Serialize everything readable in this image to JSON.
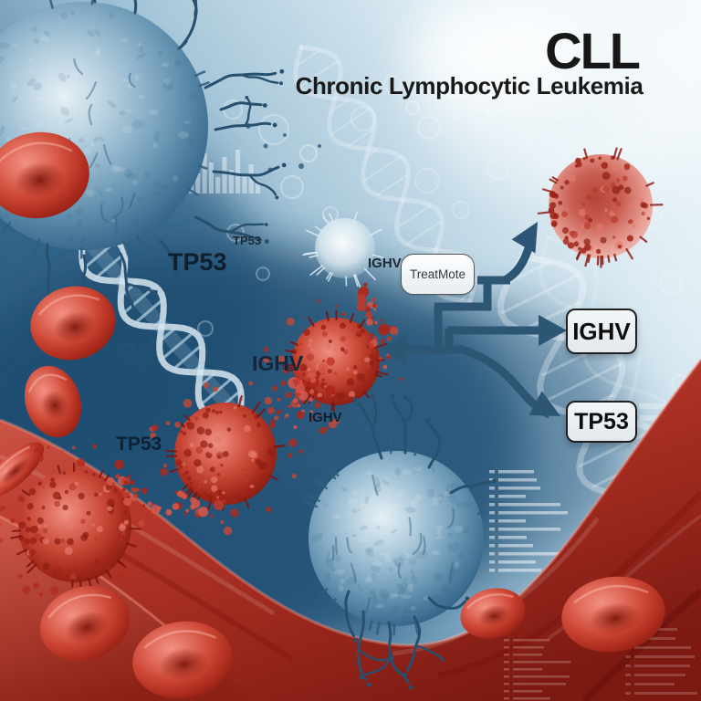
{
  "title": {
    "acronym": "CLL",
    "full": "Chronic Lymphocytic Leukemia"
  },
  "callouts": {
    "treatment_box": "TreatMote",
    "ighv_box": "IGHV",
    "tp53_box": "TP53"
  },
  "annotations": {
    "tp53_small_upper": "TP53",
    "tp53_large_upper": "TP53",
    "tp53_lower": "TP53",
    "ighv_near_treatment": "IGHV",
    "ighv_center": "IGHV",
    "ighv_small_lower": "IGHV"
  },
  "colors": {
    "arrow_navy": "#2d5675",
    "label_dark_navy": "#13263a",
    "title_black": "#171717",
    "red_cell": "#c0392b",
    "blood_wave": "#a92c1f",
    "blue_cell": "#4a7ca0",
    "background_light": "#eef4f8",
    "background_deep": "#1d4b70"
  }
}
